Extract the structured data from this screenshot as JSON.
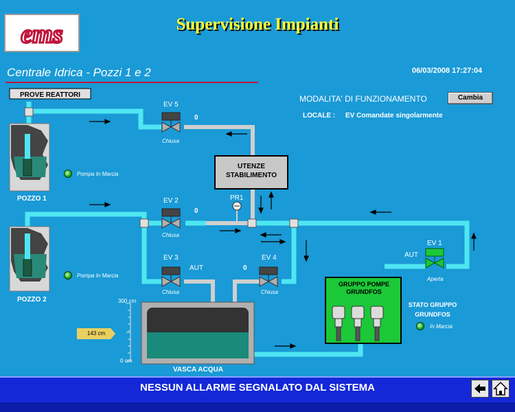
{
  "header": {
    "title": "Supervisione Impianti",
    "logo_text": "ems",
    "subtitle": "Centrale Idrica - Pozzi 1 e 2",
    "datetime": "06/03/2008 17:27:04"
  },
  "mode": {
    "label": "MODALITA' DI FUNZIONAMENTO",
    "change_button": "Cambia",
    "locale_label": "LOCALE :",
    "locale_value": "EV Comandate singolarmente"
  },
  "prove_reattori_label": "PROVE REATTORI",
  "wells": [
    {
      "name": "POZZO 1",
      "status": "Pompa In Marcia"
    },
    {
      "name": "POZZO 2",
      "status": "Pompa In Marcia"
    }
  ],
  "valves": {
    "ev5": {
      "label": "EV 5",
      "value": "0",
      "state": "Chiusa"
    },
    "ev2": {
      "label": "EV 2",
      "value": "0",
      "state": "Chiusa"
    },
    "ev3": {
      "label": "EV 3",
      "value": "AUT",
      "state": "Chiusa"
    },
    "ev4": {
      "label": "EV 4",
      "value": "0",
      "state": "Chiusa"
    },
    "ev1": {
      "label": "EV 1",
      "value": "AUT",
      "state": "Aperta"
    }
  },
  "pr1_label": "PR1",
  "utenze_label": "UTENZE STABILIMENTO",
  "tank": {
    "label": "VASCA ACQUA",
    "scale_max": "300",
    "scale_min": "0",
    "unit": "cm",
    "level_text": "143 cm",
    "level_fraction": 0.477
  },
  "pumps_group": {
    "label": "GRUPPO POMPE GRUNDFOS",
    "status_title": "STATO GRUPPO GRUNDFOS",
    "status": "In Marcia"
  },
  "alarm_text": "NESSUN ALLARME SEGNALATO DAL SISTEMA",
  "colors": {
    "background": "#1a9ad6",
    "pipe": "#4fe6f2",
    "pipe_grey": "#c8c8c8",
    "title": "#ffff33",
    "status_bar": "#1428d8",
    "valve_open": "#1cc838",
    "valve_closed": "#b0b0b0"
  },
  "icons": [
    "back-arrow-icon",
    "home-icon"
  ]
}
